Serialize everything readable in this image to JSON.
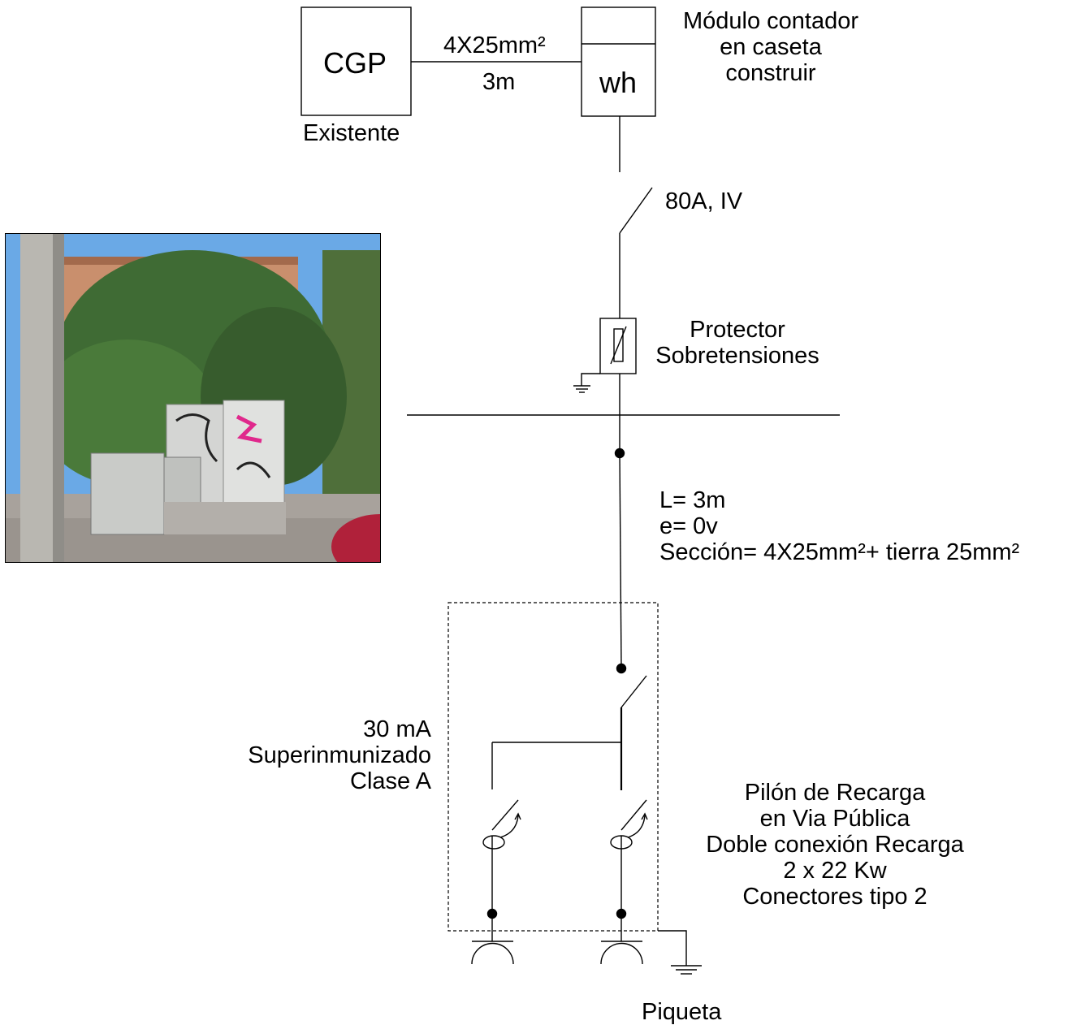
{
  "labels": {
    "cgp": "CGP",
    "existente": "Existente",
    "cable_section_top": "4X25mm²",
    "cable_length_top": "3m",
    "meter_symbol": "wh",
    "meter_module": [
      "Módulo contador",
      "en caseta",
      "construir"
    ],
    "main_switch": "80A, IV",
    "surge_protector": [
      "Protector",
      "Sobretensiones"
    ],
    "line_length": "L= 3m",
    "voltage_drop": "e= 0v",
    "section": "Sección= 4X25mm²+ tierra 25mm²",
    "rcd": [
      "30 mA",
      "Superinmunizado",
      "Clase A"
    ],
    "pylon": [
      "Pilón de Recarga",
      "en Via Pública",
      "Doble conexión Recarga",
      "2 x 22 Kw",
      "Conectores tipo 2"
    ],
    "earth_stake": "Piqueta"
  },
  "colors": {
    "line": "#000000",
    "sky": "#6aa9e6",
    "foliage": "#3f6b34",
    "cabinet": "#d4d5d3",
    "graffiti_pink": "#e0288c",
    "pavement": "#a8a29c",
    "car": "#b0213a"
  }
}
